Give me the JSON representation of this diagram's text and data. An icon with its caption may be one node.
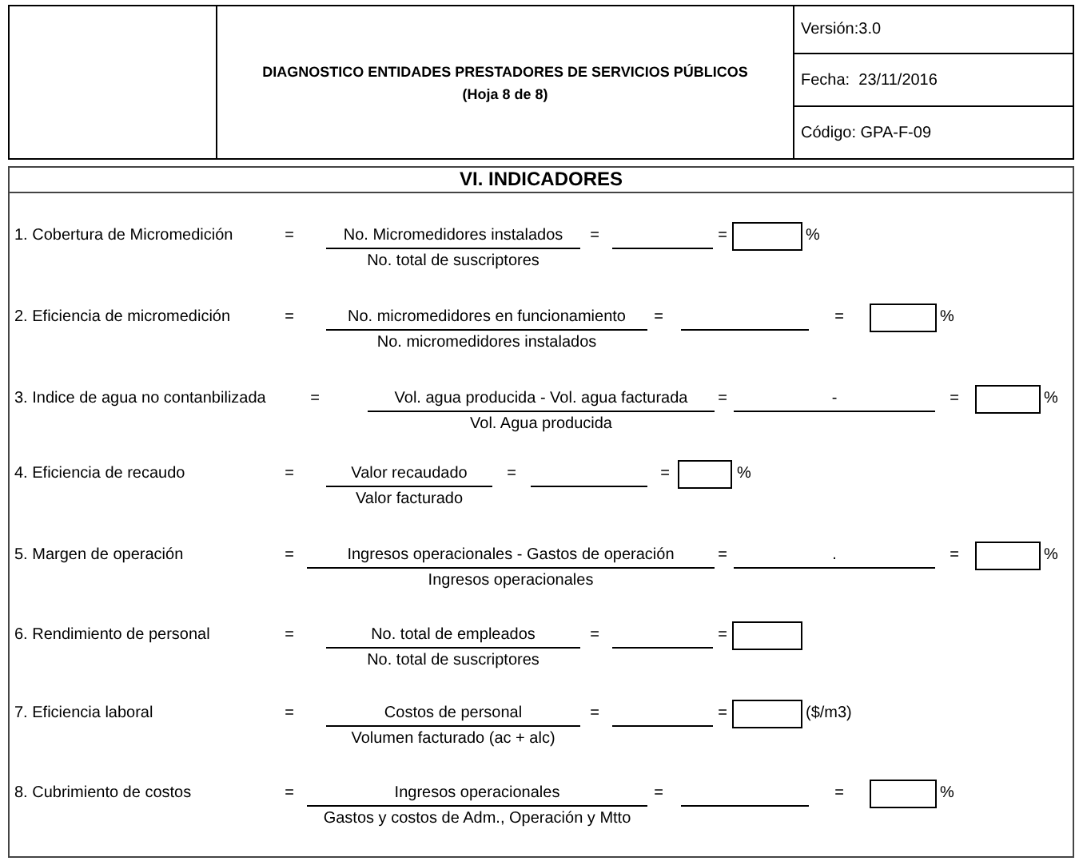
{
  "diagram": {
    "nodes": [
      {
        "text": [
          "DIAGNOSTICO ENTIDADES PRESTADORES DE SERVICIOS PÚBLICOS",
          "(Hoja 8 de 8)"
        ]
      },
      {
        "text": [
          "Versión:3.0"
        ]
      },
      {
        "text": [
          "Fecha:  23/11/2016"
        ]
      },
      {
        "text": [
          "Código: GPA-F-09"
        ]
      },
      {
        "text": [
          "VI. INDICADORES"
        ]
      }
    ],
    "labels": [
      "1. Cobertura de Micromedición",
      "=",
      "No. Micromedidores instalados",
      "No. total de suscriptores",
      "=",
      "=",
      "%",
      "2. Eficiencia de micromedición",
      "=",
      "No. micromedidores en funcionamiento",
      "No. micromedidores instalados",
      "=",
      "=",
      "%",
      "3. Indice de agua no contanbilizada",
      "=",
      "Vol. agua producida - Vol. agua facturada",
      "Vol. Agua producida",
      "=",
      "-",
      "=",
      "%",
      "4. Eficiencia de recaudo",
      "=",
      "Valor recaudado",
      "Valor facturado",
      "=",
      "=",
      "%",
      "5. Margen de operación",
      "=",
      "Ingresos operacionales - Gastos de operación",
      "Ingresos operacionales",
      "=",
      ".",
      "=",
      "%",
      "6. Rendimiento de personal",
      "=",
      "No. total de empleados",
      "No. total de suscriptores",
      "=",
      "=",
      "7. Eficiencia laboral",
      "=",
      "Costos de personal",
      "Volumen facturado (ac + alc)",
      "=",
      "=",
      "($/m3)",
      "8. Cubrimiento de costos",
      "=",
      "Ingresos operacionales",
      "Gastos y costos de Adm., Operación y Mtto",
      "=",
      "=",
      "%"
    ]
  }
}
